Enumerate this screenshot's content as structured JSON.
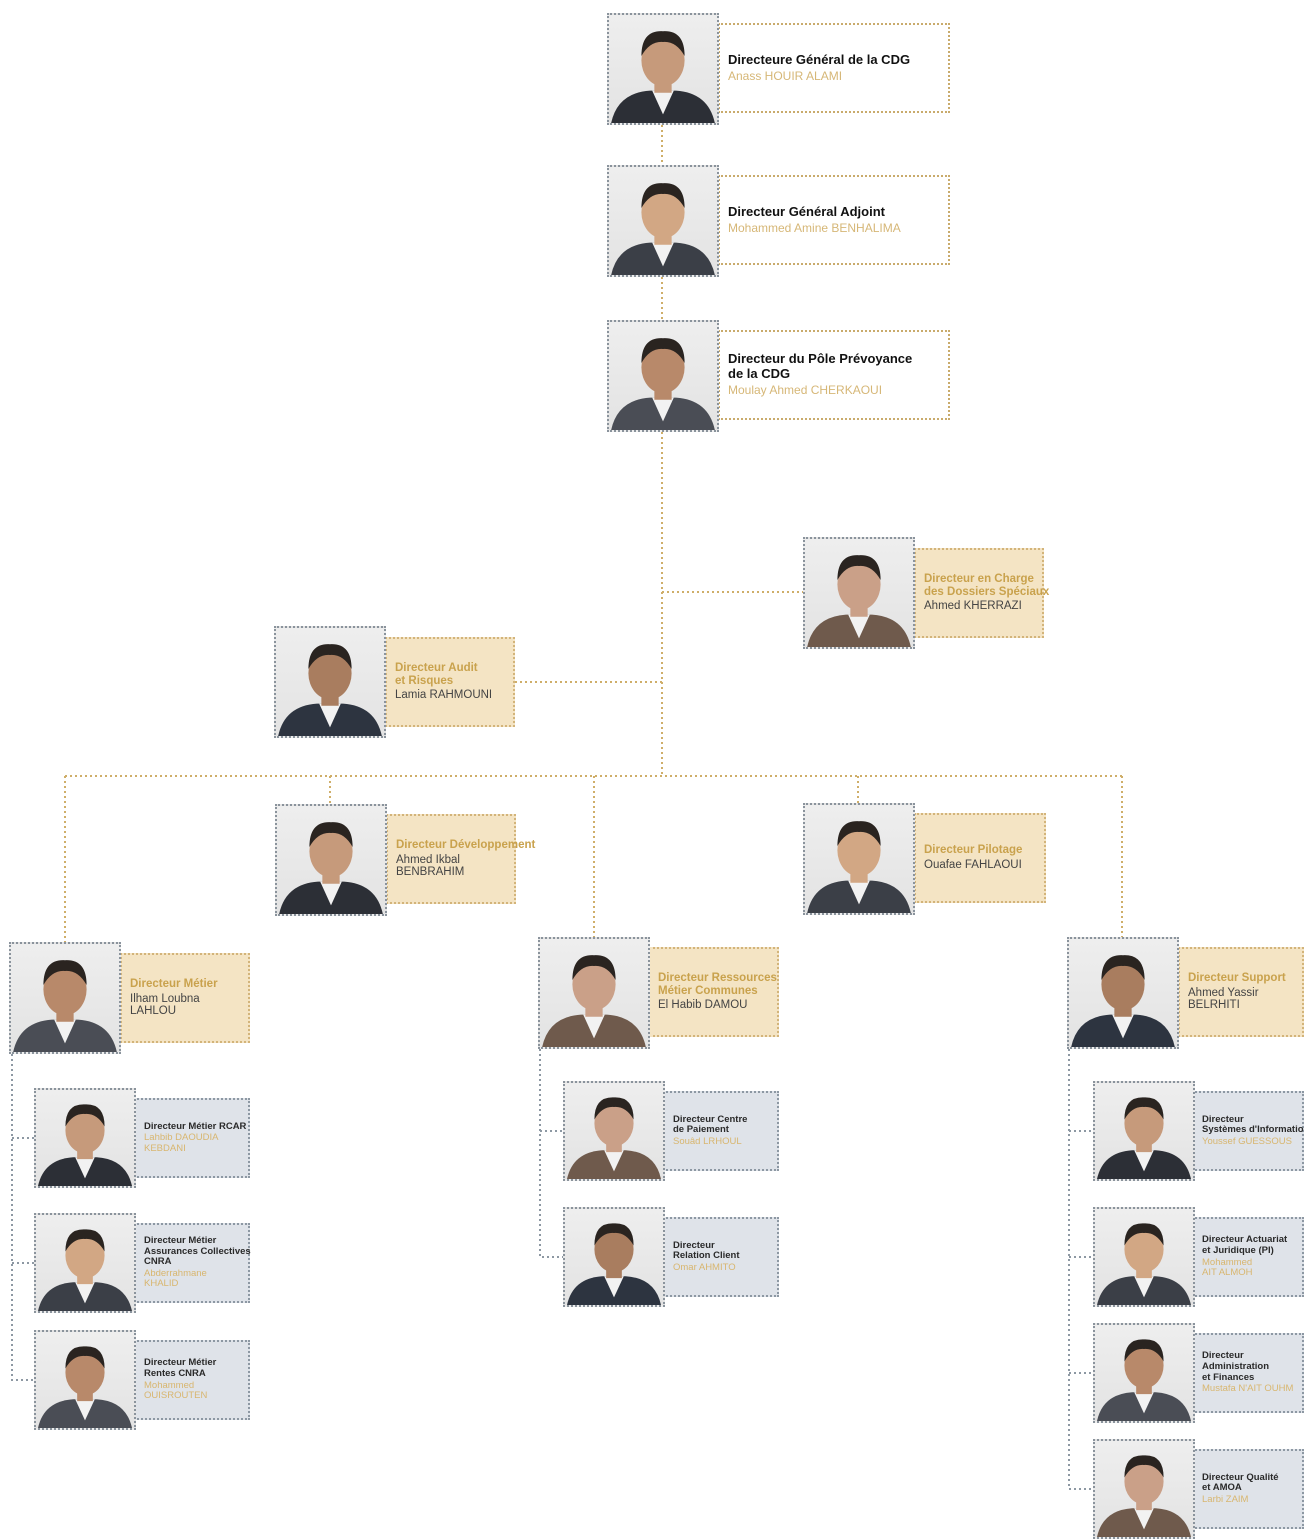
{
  "colors": {
    "connector": "#cfae69",
    "connector_grey": "#8d98a3",
    "top_box_border": "#c9ab6c",
    "beige_box": "#f4e4c4",
    "grey_box": "#dfe3e9",
    "title_gold": "#c9a24d",
    "name_gold": "#d6b777"
  },
  "top": {
    "dg": {
      "title": [
        "Directeure Général de la CDG"
      ],
      "name": [
        "Anass HOUIR ALAMI"
      ],
      "icon": "person-portrait"
    },
    "dga": {
      "title": [
        "Directeur Général Adjoint"
      ],
      "name": [
        "Mohammed Amine BENHALIMA"
      ],
      "icon": "person-portrait"
    },
    "pole": {
      "title": [
        "Directeur du Pôle Prévoyance",
        "de la CDG"
      ],
      "name": [
        "Moulay Ahmed CHERKAOUI"
      ],
      "icon": "person-portrait"
    }
  },
  "staff": {
    "special": {
      "title": [
        "Directeur en Charge",
        "des Dossiers Spéciaux"
      ],
      "name": [
        "Ahmed KHERRAZI"
      ]
    },
    "audit": {
      "title": [
        "Directeur Audit",
        "et Risques"
      ],
      "name": [
        "Lamia RAHMOUNI"
      ]
    },
    "dev": {
      "title": [
        "Directeur Développement"
      ],
      "name": [
        "Ahmed Ikbal",
        "BENBRAHIM"
      ]
    },
    "pilotage": {
      "title": [
        "Directeur Pilotage"
      ],
      "name": [
        "Ouafae FAHLAOUI"
      ]
    }
  },
  "branches": {
    "metier": {
      "head": {
        "title": [
          "Directeur Métier"
        ],
        "name": [
          "Ilham Loubna",
          "LAHLOU"
        ]
      },
      "subs": [
        {
          "title": [
            "Directeur Métier RCAR"
          ],
          "name": [
            "Lahbib DAOUDIA",
            "KEBDANI"
          ]
        },
        {
          "title": [
            "Directeur Métier",
            "Assurances Collectives",
            "CNRA"
          ],
          "name": [
            "Abderrahmane",
            "KHALID"
          ]
        },
        {
          "title": [
            "Directeur Métier",
            "Rentes CNRA"
          ],
          "name": [
            "Mohammed",
            "OUISROUTEN"
          ]
        }
      ]
    },
    "ressources": {
      "head": {
        "title": [
          "Directeur Ressources",
          "Métier Communes"
        ],
        "name": [
          "El Habib DAMOU"
        ]
      },
      "subs": [
        {
          "title": [
            "Directeur Centre",
            "de Paiement"
          ],
          "name": [
            "Souâd LRHOUL"
          ]
        },
        {
          "title": [
            "Directeur",
            "Relation Client"
          ],
          "name": [
            "Omar AHMITO"
          ]
        }
      ]
    },
    "support": {
      "head": {
        "title": [
          "Directeur Support"
        ],
        "name": [
          "Ahmed Yassir",
          "BELRHITI"
        ]
      },
      "subs": [
        {
          "title": [
            "Directeur",
            "Systèmes d'Information"
          ],
          "name": [
            "Youssef GUESSOUS"
          ]
        },
        {
          "title": [
            "Directeur Actuariat",
            "et Juridique (PI)"
          ],
          "name": [
            "Mohammed",
            "AIT ALMOH"
          ]
        },
        {
          "title": [
            "Directeur",
            "Administration",
            "et Finances"
          ],
          "name": [
            "Mustafa N'AIT OUHM"
          ]
        },
        {
          "title": [
            "Directeur Qualité",
            "et  AMOA"
          ],
          "name": [
            "Larbi ZAIM"
          ]
        }
      ]
    }
  }
}
